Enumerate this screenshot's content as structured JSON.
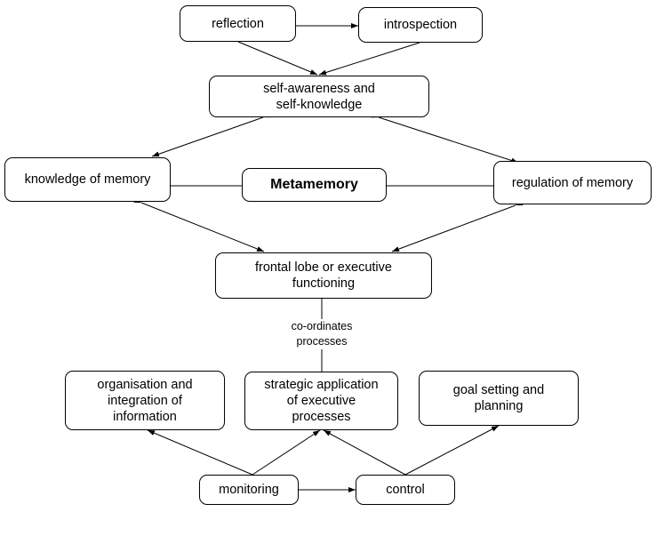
{
  "nodes": {
    "reflection": "reflection",
    "introspection": "introspection",
    "self_awareness": "self-awareness and\nself-knowledge",
    "knowledge_of_memory": "knowledge of memory",
    "metamemory": "Metamemory",
    "regulation_of_memory": "regulation of memory",
    "frontal_lobe": "frontal lobe or executive\nfunctioning",
    "organisation": "organisation and\nintegration of\ninformation",
    "strategic": "strategic application\nof executive\nprocesses",
    "goal_setting": "goal setting and\nplanning",
    "monitoring": "monitoring",
    "control": "control"
  },
  "edge_labels": {
    "coordinates": "co-ordinates\nprocesses"
  },
  "colors": {
    "line": "#000000",
    "box_border": "#000000",
    "box_fill": "#ffffff"
  }
}
